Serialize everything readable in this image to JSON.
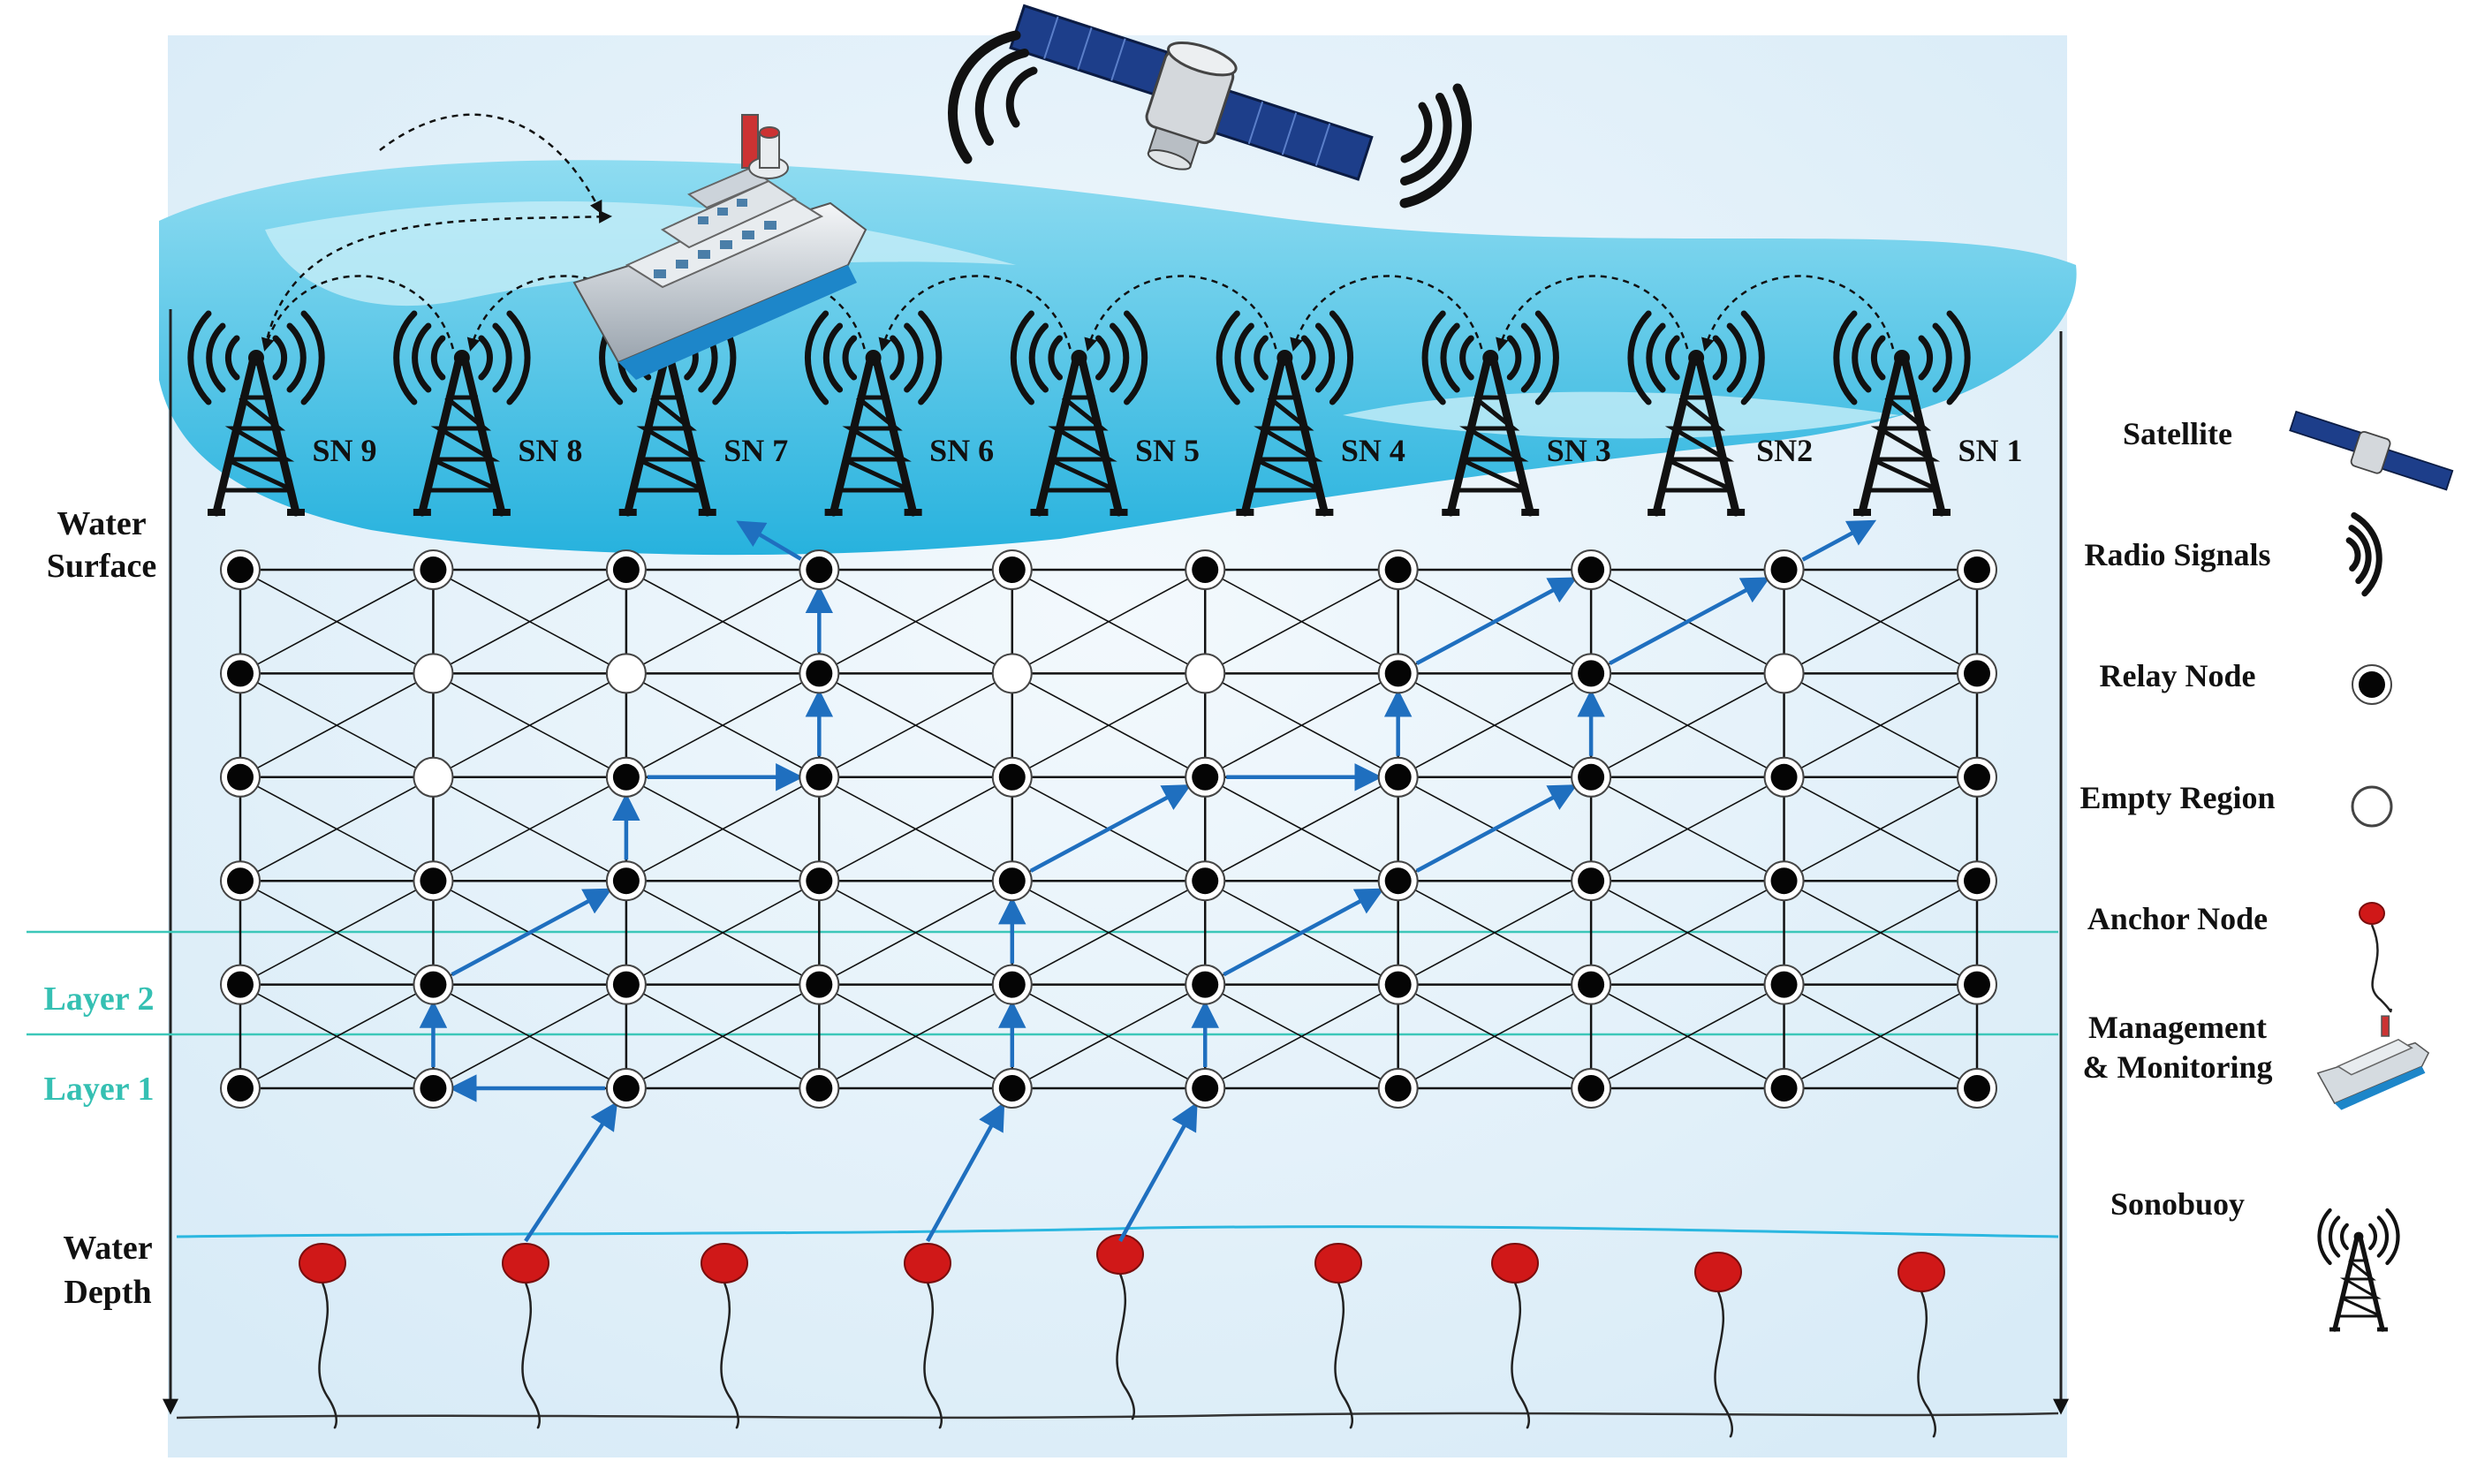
{
  "stations": [
    "SN 9",
    "SN 8",
    "SN 7",
    "SN 6",
    "SN 5",
    "SN 4",
    "SN 3",
    "SN2",
    "SN 1"
  ],
  "side_labels": {
    "water_surface": [
      "Water",
      "Surface"
    ],
    "water_depth": [
      "Water",
      "Depth"
    ],
    "layer2": "Layer 2",
    "layer1": "Layer 1"
  },
  "legend": [
    {
      "label": [
        "Satellite"
      ],
      "icon": "satellite-icon"
    },
    {
      "label": [
        "Radio Signals"
      ],
      "icon": "radio-signal-icon"
    },
    {
      "label": [
        "Relay Node"
      ],
      "icon": "relay-node-icon"
    },
    {
      "label": [
        "Empty Region"
      ],
      "icon": "empty-region-icon"
    },
    {
      "label": [
        "Anchor Node"
      ],
      "icon": "anchor-node-icon"
    },
    {
      "label": [
        "Management",
        "& Monitoring"
      ],
      "icon": "ship-icon"
    },
    {
      "label": [
        "Sonobuoy"
      ],
      "icon": "tower-icon"
    }
  ],
  "grid": {
    "columns": 10,
    "rows": 6,
    "empty_nodes": [
      [
        1,
        1
      ],
      [
        2,
        1
      ],
      [
        4,
        1
      ],
      [
        5,
        1
      ],
      [
        8,
        1
      ],
      [
        1,
        2
      ]
    ]
  },
  "routes": [
    [
      [
        2,
        6.6
      ],
      [
        2,
        5
      ]
    ],
    [
      [
        2,
        5
      ],
      [
        1,
        5
      ]
    ],
    [
      [
        1,
        5
      ],
      [
        1,
        4
      ]
    ],
    [
      [
        1,
        4
      ],
      [
        2,
        3
      ]
    ],
    [
      [
        2,
        3
      ],
      [
        2,
        2
      ]
    ],
    [
      [
        2,
        2
      ],
      [
        3,
        2
      ]
    ],
    [
      [
        3,
        2
      ],
      [
        3,
        1
      ]
    ],
    [
      [
        3,
        1
      ],
      [
        3,
        0
      ]
    ],
    [
      [
        3,
        0
      ],
      [
        2.5,
        -0.55
      ]
    ],
    [
      [
        4,
        6.6
      ],
      [
        4,
        5
      ]
    ],
    [
      [
        4,
        5
      ],
      [
        4,
        4
      ]
    ],
    [
      [
        4,
        4
      ],
      [
        4,
        3
      ]
    ],
    [
      [
        4,
        3
      ],
      [
        5,
        2
      ]
    ],
    [
      [
        5,
        2
      ],
      [
        6,
        2
      ]
    ],
    [
      [
        6,
        2
      ],
      [
        6,
        1
      ]
    ],
    [
      [
        6,
        1
      ],
      [
        7,
        0
      ]
    ],
    [
      [
        5,
        6.6
      ],
      [
        5,
        5
      ]
    ],
    [
      [
        5,
        5
      ],
      [
        5,
        4
      ]
    ],
    [
      [
        5,
        4
      ],
      [
        6,
        3
      ]
    ],
    [
      [
        6,
        3
      ],
      [
        7,
        2
      ]
    ],
    [
      [
        7,
        2
      ],
      [
        7,
        1
      ]
    ],
    [
      [
        7,
        1
      ],
      [
        8,
        0
      ]
    ],
    [
      [
        8,
        0
      ],
      [
        8.55,
        -0.55
      ]
    ]
  ],
  "colors": {
    "water": "#2bb7e0",
    "water_light": "#9fe0f2",
    "sky": "#e3f1fa",
    "route": "#1f6fbf",
    "layer_line": "#3cc7b9",
    "layer_text": "#35c0b3",
    "anchor": "#d01818"
  }
}
